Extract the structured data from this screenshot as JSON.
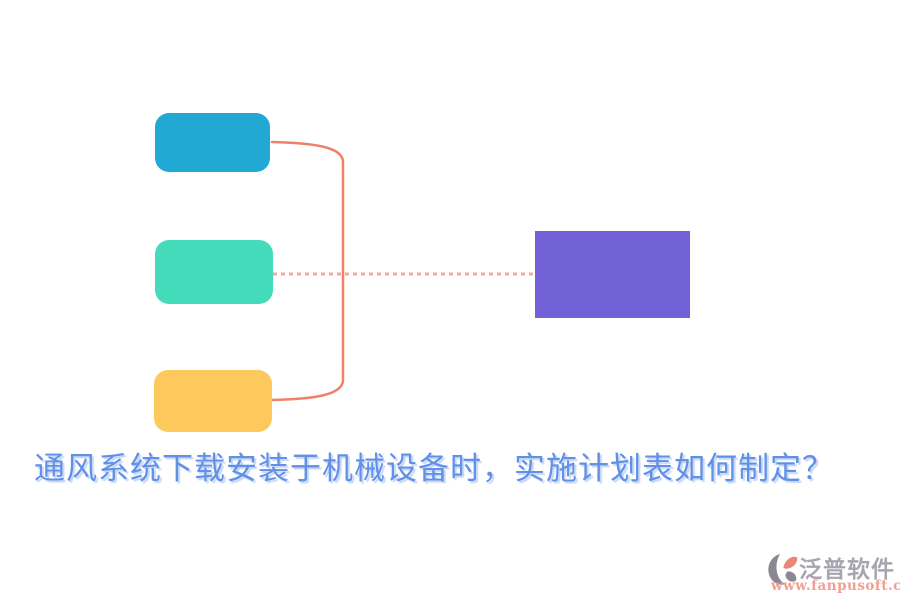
{
  "page": {
    "background_color": "#ffffff"
  },
  "diagram": {
    "nodes": [
      {
        "id": "node-top",
        "shape": "rounded-rectangle",
        "color": "#21A8D3",
        "label": ""
      },
      {
        "id": "node-middle",
        "shape": "rounded-rectangle",
        "color": "#43DBB9",
        "label": ""
      },
      {
        "id": "node-bottom",
        "shape": "rounded-rectangle",
        "color": "#FDC95C",
        "label": ""
      },
      {
        "id": "node-right",
        "shape": "rectangle",
        "color": "#7362D7",
        "label": ""
      }
    ],
    "connectors": {
      "bracket_color": "#EF8168",
      "dotted_color": "#F5A79A"
    }
  },
  "caption": {
    "text": "通风系统下载安装于机械设备时，实施计划表如何制定？",
    "color": "#6090E8"
  },
  "watermark": {
    "icon": "fanpu-logo-icon",
    "icon_gray_color": "#8B8893",
    "icon_leaf_color": "#E98877",
    "brand": "泛普软件",
    "brand_color": "#A8A5B0",
    "url": "www.fanpusoft.com",
    "url_color": "#EFA092"
  }
}
